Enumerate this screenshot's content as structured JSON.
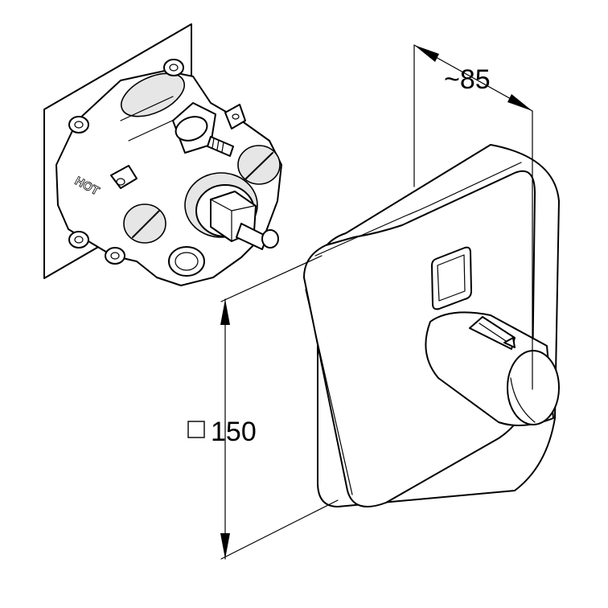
{
  "dimensions": {
    "depth_label": "~85",
    "size_label": "150",
    "square_symbol": "□"
  },
  "valve_body": {
    "embossed_text": "HOT"
  },
  "colors": {
    "line": "#000000",
    "background": "#ffffff",
    "shade": "#e6e6e6"
  }
}
